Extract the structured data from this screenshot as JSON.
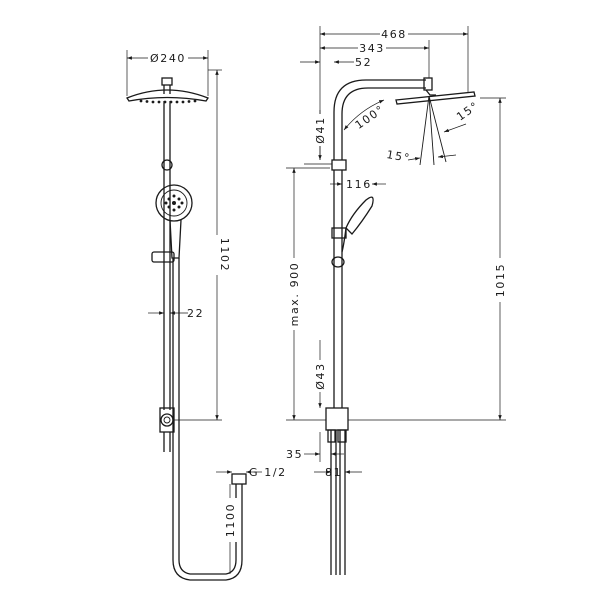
{
  "dimensions": {
    "left_head_diameter": "Ø240",
    "left_total_height": "1102",
    "left_rail_offset": "22",
    "left_connection_thread": "G 1/2",
    "left_hose_length": "1100",
    "right_overall_reach": "468",
    "right_arm_reach": "343",
    "right_arm_offset": "52",
    "right_pipe_diameter_top": "Ø41",
    "right_arm_angle": "100°",
    "right_tilt_angle_right": "15°",
    "right_tilt_angle_left": "15°",
    "right_handshower_offset": "116",
    "right_slide_range": "max. 900",
    "right_pipe_diameter_bottom": "Ø43",
    "right_head_height": "1015",
    "right_inlet_offset": "35",
    "right_inlet_spacing": "81"
  }
}
